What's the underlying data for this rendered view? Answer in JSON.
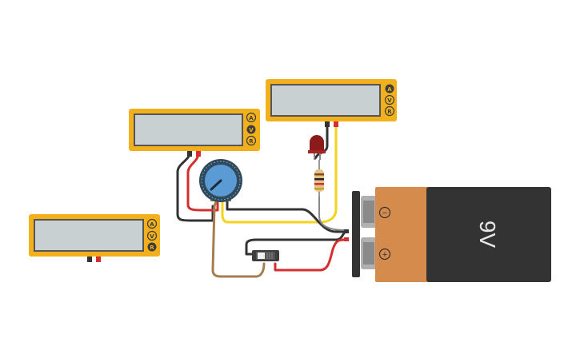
{
  "app": {
    "title": "Circuit simulator workspace"
  },
  "colors": {
    "meter_body": "#f2b11c",
    "meter_screen": "#c8d0d2",
    "wire_black": "#333333",
    "wire_red": "#d32f2f",
    "wire_yellow": "#f5d31a",
    "wire_brown": "#a77c4f",
    "battery_copper": "#d48b4c",
    "battery_black": "#333333",
    "pot_blue": "#5b9bd5"
  },
  "multimeters": [
    {
      "id": "meter-top",
      "buttons": [
        "A",
        "V",
        "R"
      ]
    },
    {
      "id": "meter-middle",
      "buttons": [
        "A",
        "V",
        "R"
      ]
    },
    {
      "id": "meter-left",
      "buttons": [
        "A",
        "V",
        "R"
      ]
    }
  ],
  "battery": {
    "label": "9V",
    "terminal_negative": "−",
    "terminal_positive": "+"
  },
  "components": {
    "led": "red-led",
    "resistor": "resistor",
    "potentiometer": "potentiometer",
    "switch": "slide-switch"
  }
}
